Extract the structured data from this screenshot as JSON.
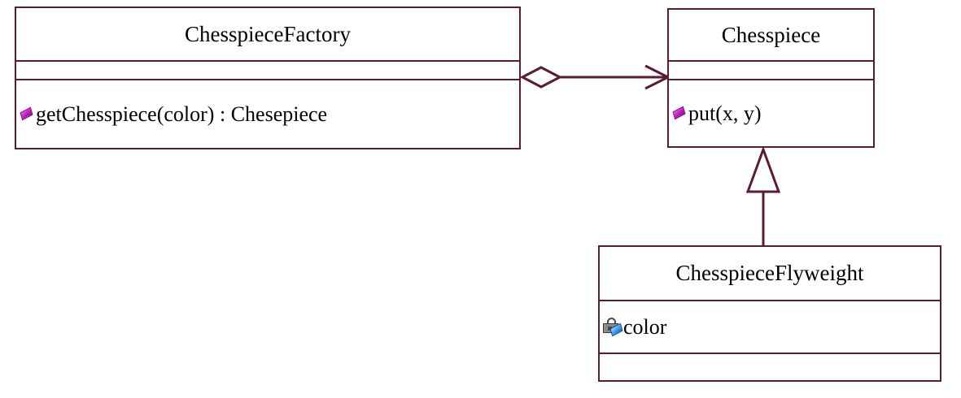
{
  "diagram": {
    "title": "Chesspiece Flyweight UML class diagram",
    "background_color": "#ffffff",
    "line_color": "#5c1b35",
    "text_color": "#000000",
    "method_icon_color": "#cc22cc",
    "attribute_icon_color": "#4aa8f0",
    "classes": [
      {
        "id": "chesspiece-factory",
        "name": "ChesspieceFactory",
        "attributes": [],
        "methods": [
          {
            "icon": "method-icon",
            "label": "getChesspiece(color) : Chesepiece"
          }
        ]
      },
      {
        "id": "chesspiece",
        "name": "Chesspiece",
        "attributes": [],
        "methods": [
          {
            "icon": "method-icon",
            "label": "put(x, y)"
          }
        ]
      },
      {
        "id": "chesspiece-flyweight",
        "name": "ChesspieceFlyweight",
        "attributes": [
          {
            "icon": "private-attribute-icon",
            "label": "color"
          }
        ],
        "methods": []
      }
    ],
    "relationships": [
      {
        "id": "aggregation-factory-chesspiece",
        "type": "aggregation",
        "source": "ChesspieceFactory",
        "target": "Chesspiece",
        "source_decoration": "hollow-diamond",
        "target_decoration": "open-arrow"
      },
      {
        "id": "generalization-flyweight-chesspiece",
        "type": "generalization",
        "source": "ChesspieceFlyweight",
        "target": "Chesspiece",
        "source_decoration": "none",
        "target_decoration": "hollow-triangle"
      }
    ]
  }
}
